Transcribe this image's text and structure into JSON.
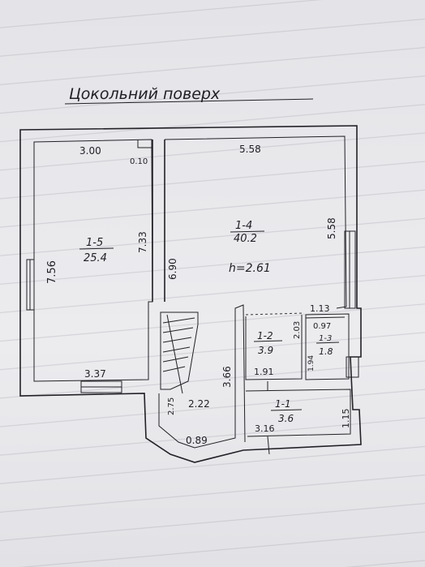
{
  "title": "Цокольний поверх",
  "height_label": "h=2.61",
  "rooms": [
    {
      "id": "1-5",
      "area": "25.4"
    },
    {
      "id": "1-4",
      "area": "40.2"
    },
    {
      "id": "1-2",
      "area": "3.9"
    },
    {
      "id": "1-3",
      "area": "1.8"
    },
    {
      "id": "1-1",
      "area": "3.6"
    }
  ],
  "dimensions": {
    "d_300": "3.00",
    "d_010": "0.10",
    "d_558_top": "5.58",
    "d_558_side": "5.58",
    "d_756": "7.56",
    "d_733": "7.33",
    "d_690": "6.90",
    "d_337": "3.37",
    "d_113": "1.13",
    "d_097": "0.97",
    "d_203": "2.03",
    "d_194": "1.94",
    "d_191": "1.91",
    "d_366": "3.66",
    "d_222": "2.22",
    "d_275": "2.75",
    "d_089": "0.89",
    "d_316": "3.16",
    "d_115": "1.15"
  }
}
